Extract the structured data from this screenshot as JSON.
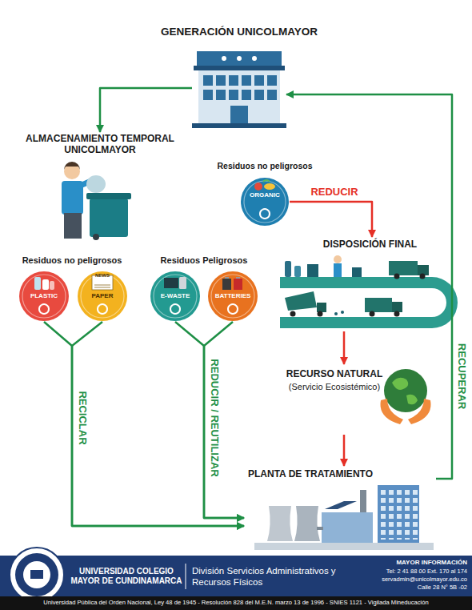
{
  "diagram": {
    "nodes": [
      {
        "text": [
          "GENERACIÓN UNICOLMAYOR"
        ]
      },
      {
        "text": [
          "ALMACENAMIENTO TEMPORAL UNICOLMAYOR"
        ]
      },
      {
        "text": [
          "Residuos no peligrosos",
          "ORGANIC"
        ]
      },
      {
        "text": [
          "PLASTIC"
        ]
      },
      {
        "text": [
          "PAPER"
        ]
      },
      {
        "text": [
          "E-WASTE"
        ]
      },
      {
        "text": [
          "BATTERIES"
        ]
      },
      {
        "text": [
          "DISPOSICIÓN FINAL"
        ]
      },
      {
        "text": [
          "RECURSO NATURAL",
          "(Servicio Ecosistémico)"
        ]
      },
      {
        "text": [
          "PLANTA DE TRATAMIENTO"
        ]
      }
    ],
    "edges": [
      {
        "from": 0,
        "to": 1,
        "arrow": "to"
      },
      {
        "from": 2,
        "to": 7,
        "label": "REDUCIR",
        "arrow": "to"
      },
      {
        "from": 7,
        "to": 8,
        "arrow": "to"
      },
      {
        "from": 8,
        "to": 9,
        "arrow": "to"
      },
      {
        "from": 3,
        "to": 9,
        "label": "RECICLAR",
        "arrow": "to"
      },
      {
        "from": 4,
        "to": 9,
        "arrow": "to"
      },
      {
        "from": 5,
        "to": 9,
        "label": "REDUCIR / REUTILIZAR",
        "arrow": "to"
      },
      {
        "from": 6,
        "to": 9,
        "arrow": "to"
      },
      {
        "from": 9,
        "to": 0,
        "label": "RECUPERAR",
        "arrow": "to"
      }
    ],
    "labels": [
      "NEWS",
      "Residuos no peligrosos",
      "Residuos Peligrosos",
      "UNIVERSIDAD COLEGIO MAYOR DE CUNDINAMARCA",
      "División Servicios Administrativos y Recursos Físicos",
      "MAYOR INFORMACIÓN",
      "Tel: 2 41 88 00 Ext. 170 al 174",
      "servadmin@unicolmayor.edu.co",
      "Calle 28 N° 5B -02",
      "Universidad Pública del Orden Nacional, Ley 48 de 1945 - Resolución 828 del M.E.N. marzo 13 de 1996 - SNIES 1121 - Vigilada Mineducación"
    ]
  }
}
